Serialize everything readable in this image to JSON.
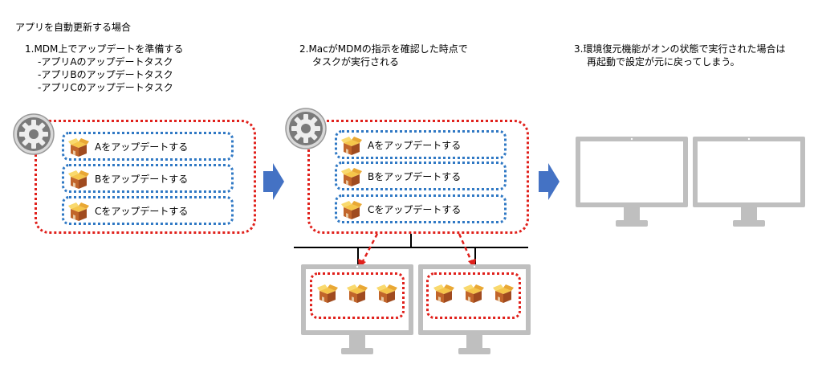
{
  "heading": "アプリを自動更新する場合",
  "step1": {
    "title": "1.MDM上でアップデートを準備する",
    "items": [
      "-アプリAのアップデートタスク",
      "-アプリBのアップデートタスク",
      "-アプリCのアップデートタスク"
    ],
    "tasks": [
      "Aをアップデートする",
      "Bをアップデートする",
      "Cをアップデートする"
    ]
  },
  "step2": {
    "title_line1": "2.MacがMDMの指示を確認した時点で",
    "title_line2": "タスクが実行される",
    "tasks": [
      "Aをアップデートする",
      "Bをアップデートする",
      "Cをアップデートする"
    ]
  },
  "step3": {
    "title_line1": "3.環境復元機能がオンの状態で実行された場合は",
    "title_line2": "再起動で設定が元に戻ってしまう。"
  },
  "colors": {
    "red_dotted": "#e0201b",
    "blue_dotted": "#2f78c4",
    "arrow": "#4472c4",
    "monitor": "#bfbfbf"
  }
}
